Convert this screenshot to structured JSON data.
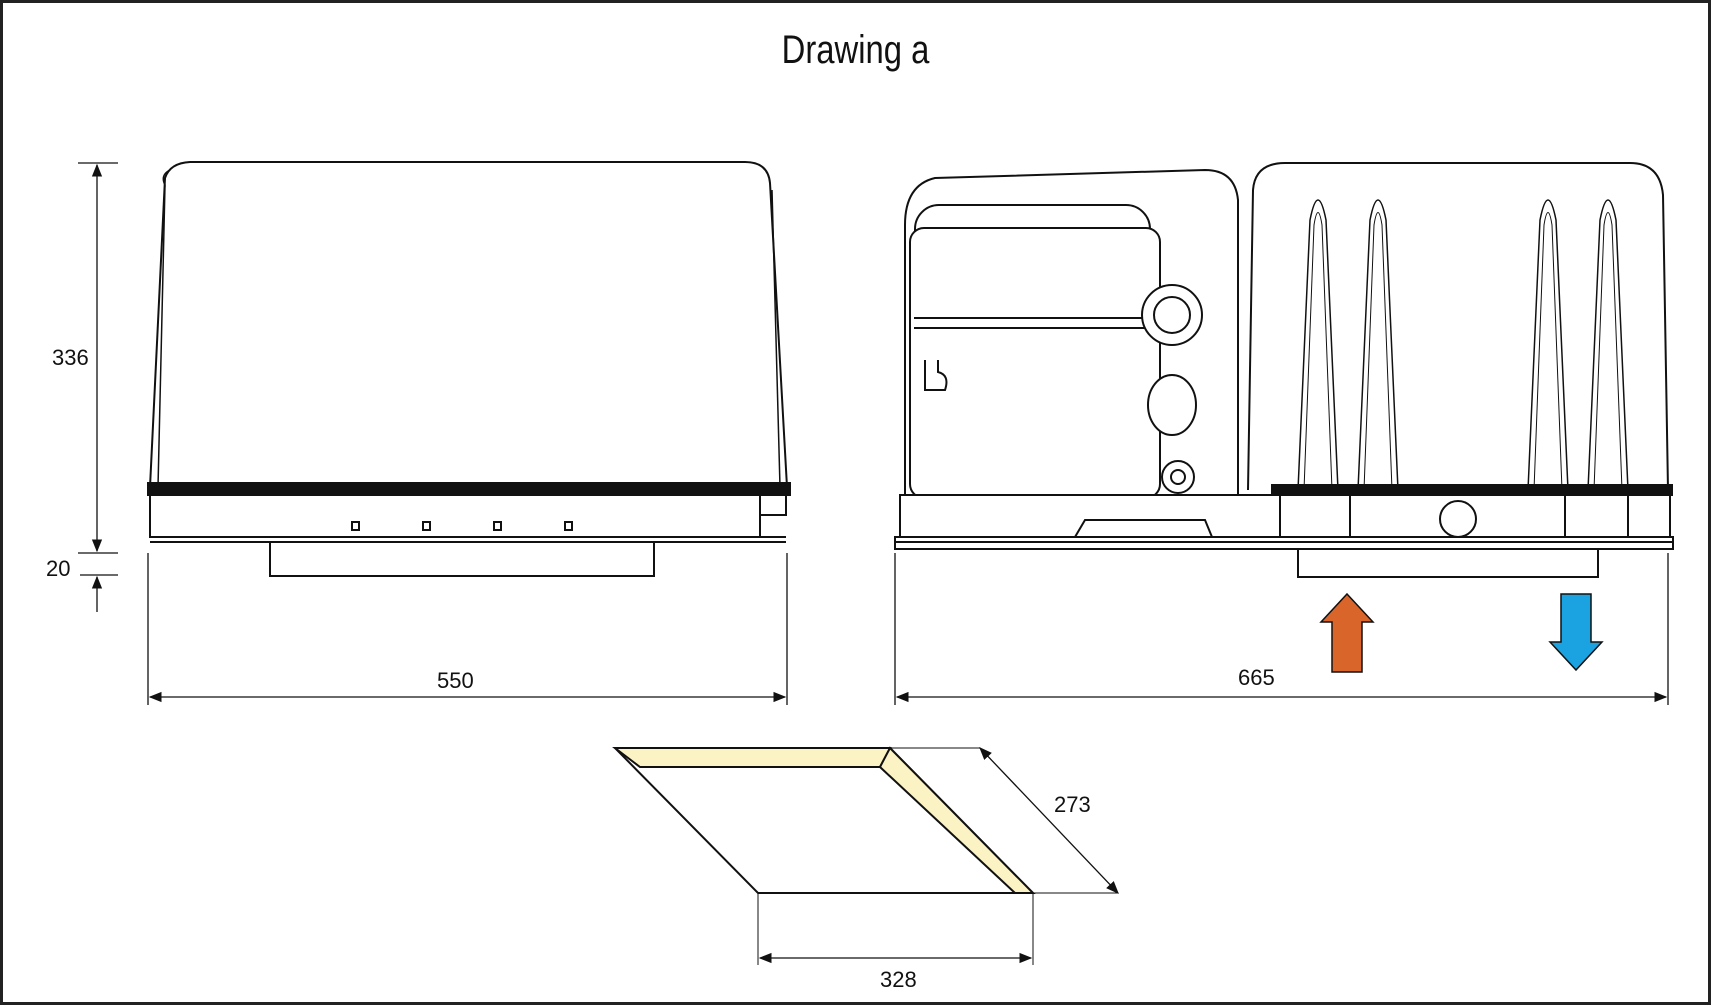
{
  "title": "Drawing a",
  "dimensions": {
    "height_main": "336",
    "height_base": "20",
    "width_front": "550",
    "width_side": "665",
    "depth_cutout": "273",
    "width_cutout": "328"
  },
  "colors": {
    "line": "#111111",
    "warm_arrow": "#d9652a",
    "cool_arrow": "#1aa3e0",
    "cutout_frame": "#fbf3c4"
  },
  "icons": {
    "intake": "arrow-up-icon",
    "exhaust": "arrow-down-icon"
  }
}
